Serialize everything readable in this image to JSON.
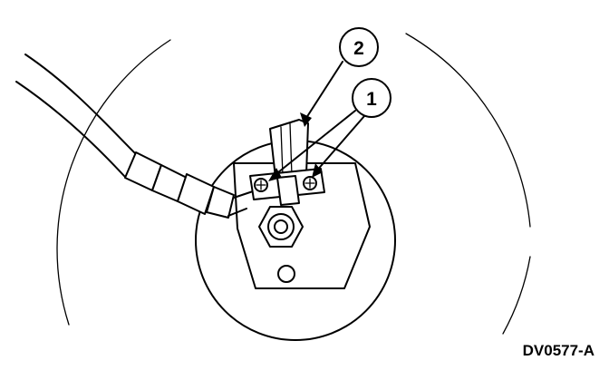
{
  "callouts": [
    {
      "label": "2",
      "meaning": ""
    },
    {
      "label": "1",
      "meaning": ""
    }
  ],
  "figure_id": "DV0577-A"
}
